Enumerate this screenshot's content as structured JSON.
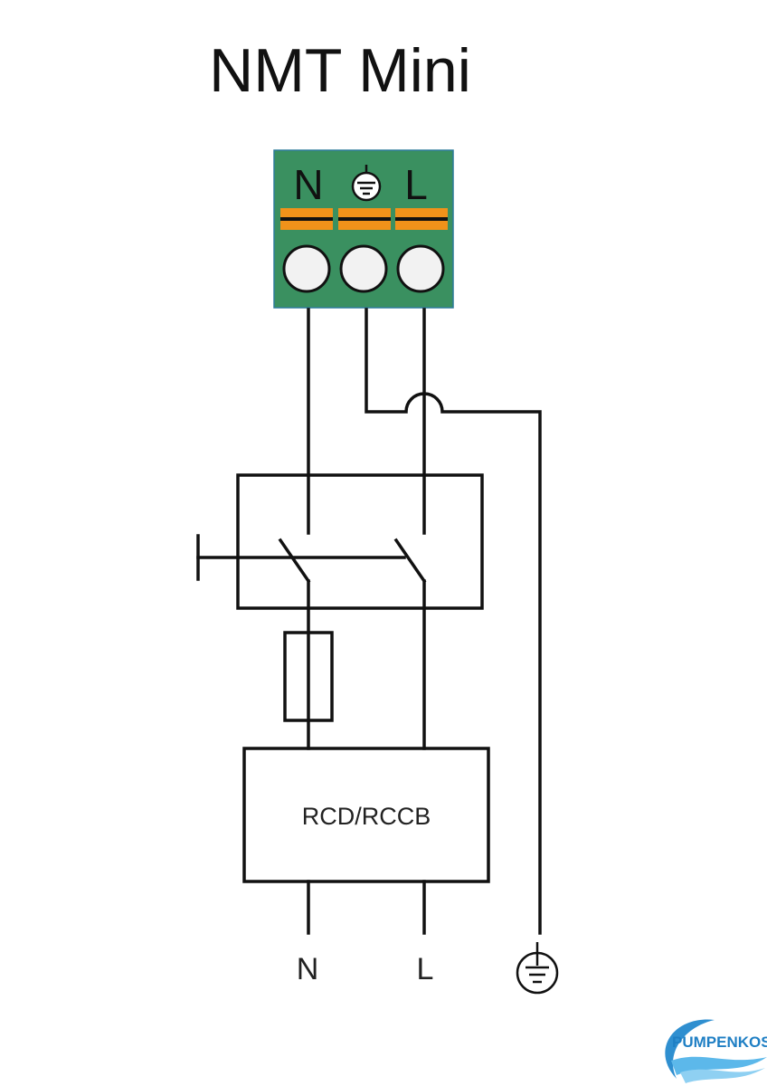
{
  "title": "NMT Mini",
  "terminal_block": {
    "labels": [
      "N",
      "L"
    ],
    "earth_icon": "protective-earth-icon",
    "color": "#3a9060",
    "strip_color": "#f0921a"
  },
  "components": {
    "switch": "two-pole-switch",
    "fuse": "fuse",
    "rcd_label": "RCD/RCCB"
  },
  "outputs": {
    "neutral": "N",
    "line": "L",
    "earth_icon": "protective-earth-icon"
  },
  "logo": {
    "text": "PUMPENKOST",
    "color": "#1f7fc4"
  }
}
